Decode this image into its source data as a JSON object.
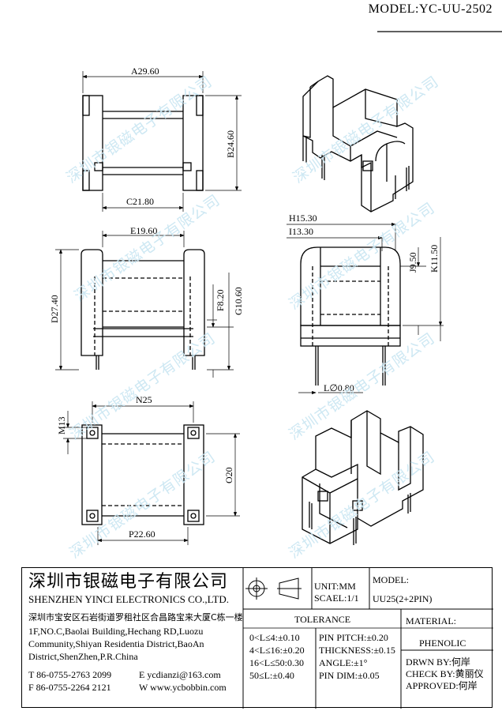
{
  "model_header": "MODEL:YC-UU-2502",
  "watermark": "深圳市银磁电子有限公司",
  "dimensions": {
    "a": "A29.60",
    "b": "B24.60",
    "c": "C21.80",
    "d": "D27.40",
    "e": "E19.60",
    "f": "F8.20",
    "g": "G10.60",
    "h": "H15.30",
    "i": "I13.30",
    "j": "J9.50",
    "k": "K11.50",
    "l": "L∅0.80",
    "m": "M13",
    "n": "N25",
    "o": "O20",
    "p": "P22.60"
  },
  "title_block": {
    "company_cn": "深圳市银磁电子有限公司",
    "company_en": "SHENZHEN YINCI ELECTRONICS CO.,LTD.",
    "address_cn": "深圳市宝安区石岩街道罗租社区合昌路宝来大厦C栋一楼",
    "address_en_1": "1F,NO.C,Baolai Building,Hechang RD,Luozu",
    "address_en_2": "Community,Shiyan Residentia District,BaoAn",
    "address_en_3": "District,ShenZhen,P.R.China",
    "tel": "T 86-0755-2763 2099",
    "fax": "F 86-0755-2264 2121",
    "email": "E ycdianzi@163.com",
    "web": "W www.ycbobbin.com",
    "unit": "UNIT:MM",
    "scale": "SCAEL:1/1",
    "model_label": "MODEL:",
    "model_value": "UU25(2+2PIN)",
    "tolerance_label": "TOLERANCE",
    "tol_1": "0<L≤4:±0.10",
    "tol_2": "4<L≤16:±0.20",
    "tol_3": "16<L≤50:0.30",
    "tol_4": "50≤L:±0.40",
    "pin_pitch": "PIN PITCH:±0.20",
    "thickness": "THICKNESS:±0.15",
    "angle": "ANGLE:±1°",
    "pin_dim": "PIN DIM:±0.05",
    "material_label": "MATERIAL:",
    "material_value": "PHENOLIC",
    "drawn_by": "DRWN BY:何岸",
    "check_by": "CHECK BY:黄丽仪",
    "approved": "APPROVED:何岸"
  }
}
